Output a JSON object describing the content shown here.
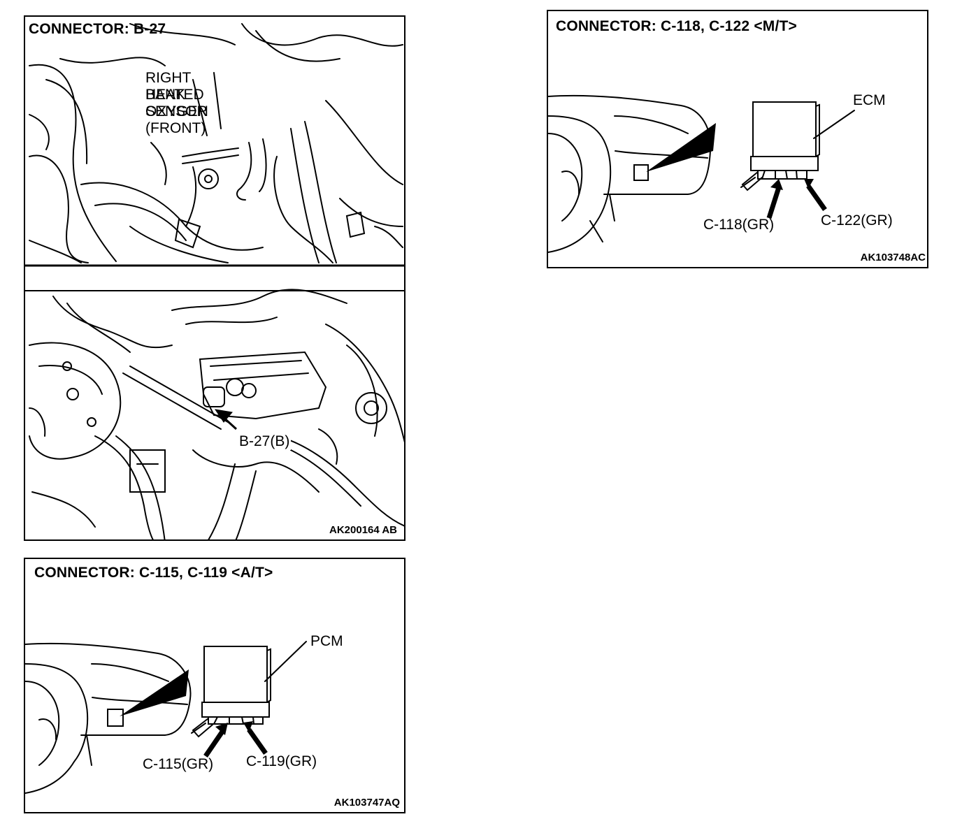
{
  "panel_b27": {
    "title": "CONNECTOR: B-27",
    "sensor_label": [
      "RIGHT BANK",
      "HEATED OXYGEN",
      "SENSOR (FRONT)"
    ],
    "connector_label": "B-27(B)",
    "figure_code": "AK200164 AB"
  },
  "panel_mt": {
    "title": "CONNECTOR: C-118, C-122 <M/T>",
    "module_label": "ECM",
    "connector_a": "C-118(GR)",
    "connector_b": "C-122(GR)",
    "figure_code": "AK103748AC"
  },
  "panel_at": {
    "title": "CONNECTOR: C-115, C-119 <A/T>",
    "module_label": "PCM",
    "connector_a": "C-115(GR)",
    "connector_b": "C-119(GR)",
    "figure_code": "AK103747AQ"
  }
}
